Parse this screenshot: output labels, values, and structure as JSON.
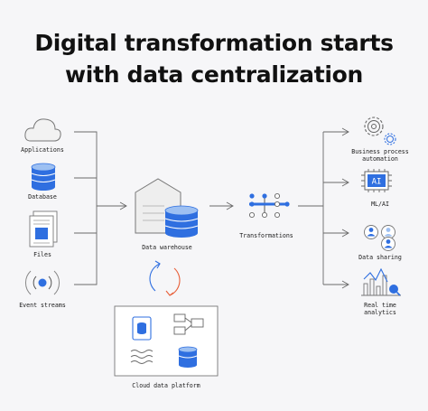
{
  "title": {
    "line1": "Digital transformation starts",
    "line2": "with data centralization"
  },
  "sources": [
    {
      "label": "Applications",
      "icon": "cloud-icon"
    },
    {
      "label": "Database",
      "icon": "database-icon"
    },
    {
      "label": "Files",
      "icon": "files-icon"
    },
    {
      "label": "Event streams",
      "icon": "event-stream-icon"
    }
  ],
  "center": {
    "warehouse_label": "Data warehouse",
    "transform_label": "Transformations",
    "platform_label": "Cloud data platform"
  },
  "outputs": [
    {
      "label_line1": "Business process",
      "label_line2": "automation",
      "icon": "gears-icon"
    },
    {
      "label_line1": "ML/AI",
      "label_line2": "",
      "icon": "ai-chip-icon",
      "chip_text": "AI"
    },
    {
      "label_line1": "Data sharing",
      "label_line2": "",
      "icon": "people-icon"
    },
    {
      "label_line1": "Real time",
      "label_line2": "analytics",
      "icon": "analytics-icon"
    }
  ],
  "colors": {
    "accent_blue": "#2f6fe0",
    "accent_orange": "#e8603a",
    "light_blue": "#9dc0f2",
    "line": "#6a6a6a"
  }
}
